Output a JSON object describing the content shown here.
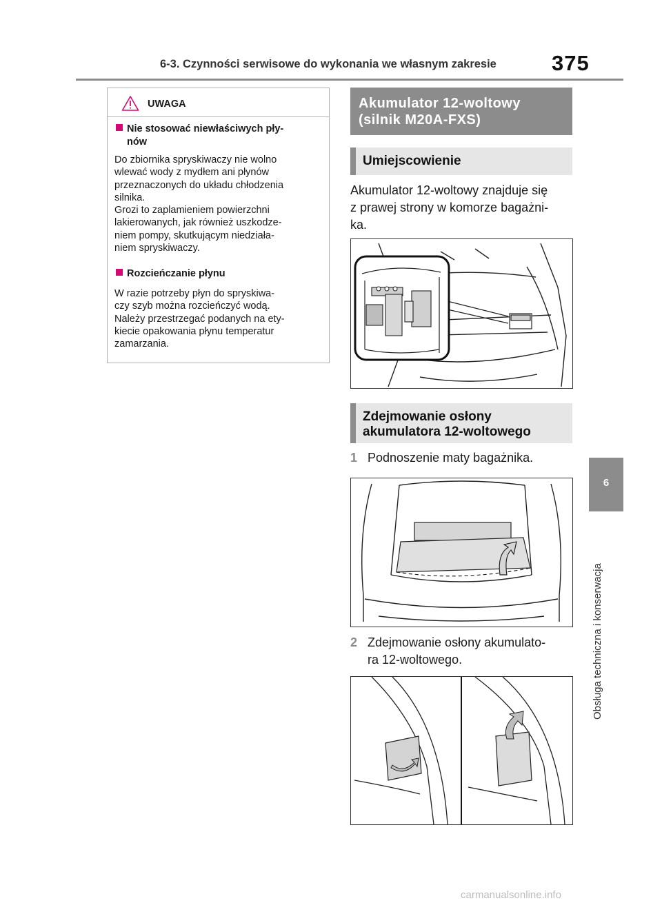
{
  "header": {
    "section_title": "6-3. Czynności serwisowe do wykonania we własnym zakresie",
    "page_number": "375"
  },
  "side_tab": {
    "chapter_number": "6",
    "chapter_title": "Obsługa techniczna i konserwacja"
  },
  "warning": {
    "label": "UWAGA",
    "item1_title_line1": "Nie stosować niewłaściwych pły-",
    "item1_title_line2": "nów",
    "item1_text": "Do zbiornika spryskiwaczy nie wolno\nwlewać wody z mydłem ani płynów\nprzeznaczonych do układu chłodzenia\nsilnika.\nGrozi to zaplamieniem powierzchni\nlakierowanych, jak również uszkodze-\nniem pompy, skutkującym niedziała-\nniem spryskiwaczy.",
    "item2_title": "Rozcieńczanie płynu",
    "item2_text": "W razie potrzeby płyn do spryskiwa-\nczy szyb można rozcieńczyć wodą.\nNależy przestrzegać podanych na ety-\nkiecie opakowania płynu temperatur\nzamarzania."
  },
  "main": {
    "section_line1": "Akumulator 12-woltowy",
    "section_line2": "(silnik M20A-FXS)",
    "location_heading": "Umiejscowienie",
    "location_text": "Akumulator 12-woltowy znajduje się\nz prawej strony w komorze bagażni-\nka.",
    "removal_heading_line1": "Zdejmowanie osłony",
    "removal_heading_line2": "akumulatora 12-woltowego",
    "steps": [
      {
        "number": "1",
        "text": "Podnoszenie maty bagażnika."
      },
      {
        "number": "2",
        "text": "Zdejmowanie osłony akumulato-\nra 12-woltowego."
      }
    ]
  },
  "footer": {
    "watermark": "carmanualsonline.info"
  }
}
